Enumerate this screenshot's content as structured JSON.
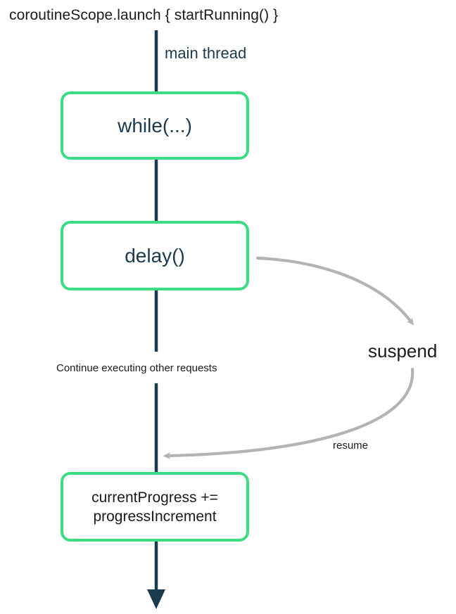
{
  "diagram": {
    "title": "coroutineScope.launch { startRunning() }",
    "thread_label": "main thread",
    "nodes": [
      {
        "id": "while",
        "label": "while(...)"
      },
      {
        "id": "delay",
        "label": "delay()"
      },
      {
        "id": "progress",
        "line1": "currentProgress +=",
        "line2": "progressIncrement"
      }
    ],
    "annotations": {
      "continue": "Continue executing other requests",
      "suspend": "suspend",
      "resume": "resume"
    },
    "colors": {
      "node_border": "#3ddc84",
      "thread_line": "#1b3a4b",
      "node_text": "#1b3a4b",
      "body_text": "#1a1a1a",
      "curve_arrow": "#b3b3b3",
      "background": "#ffffff"
    }
  }
}
